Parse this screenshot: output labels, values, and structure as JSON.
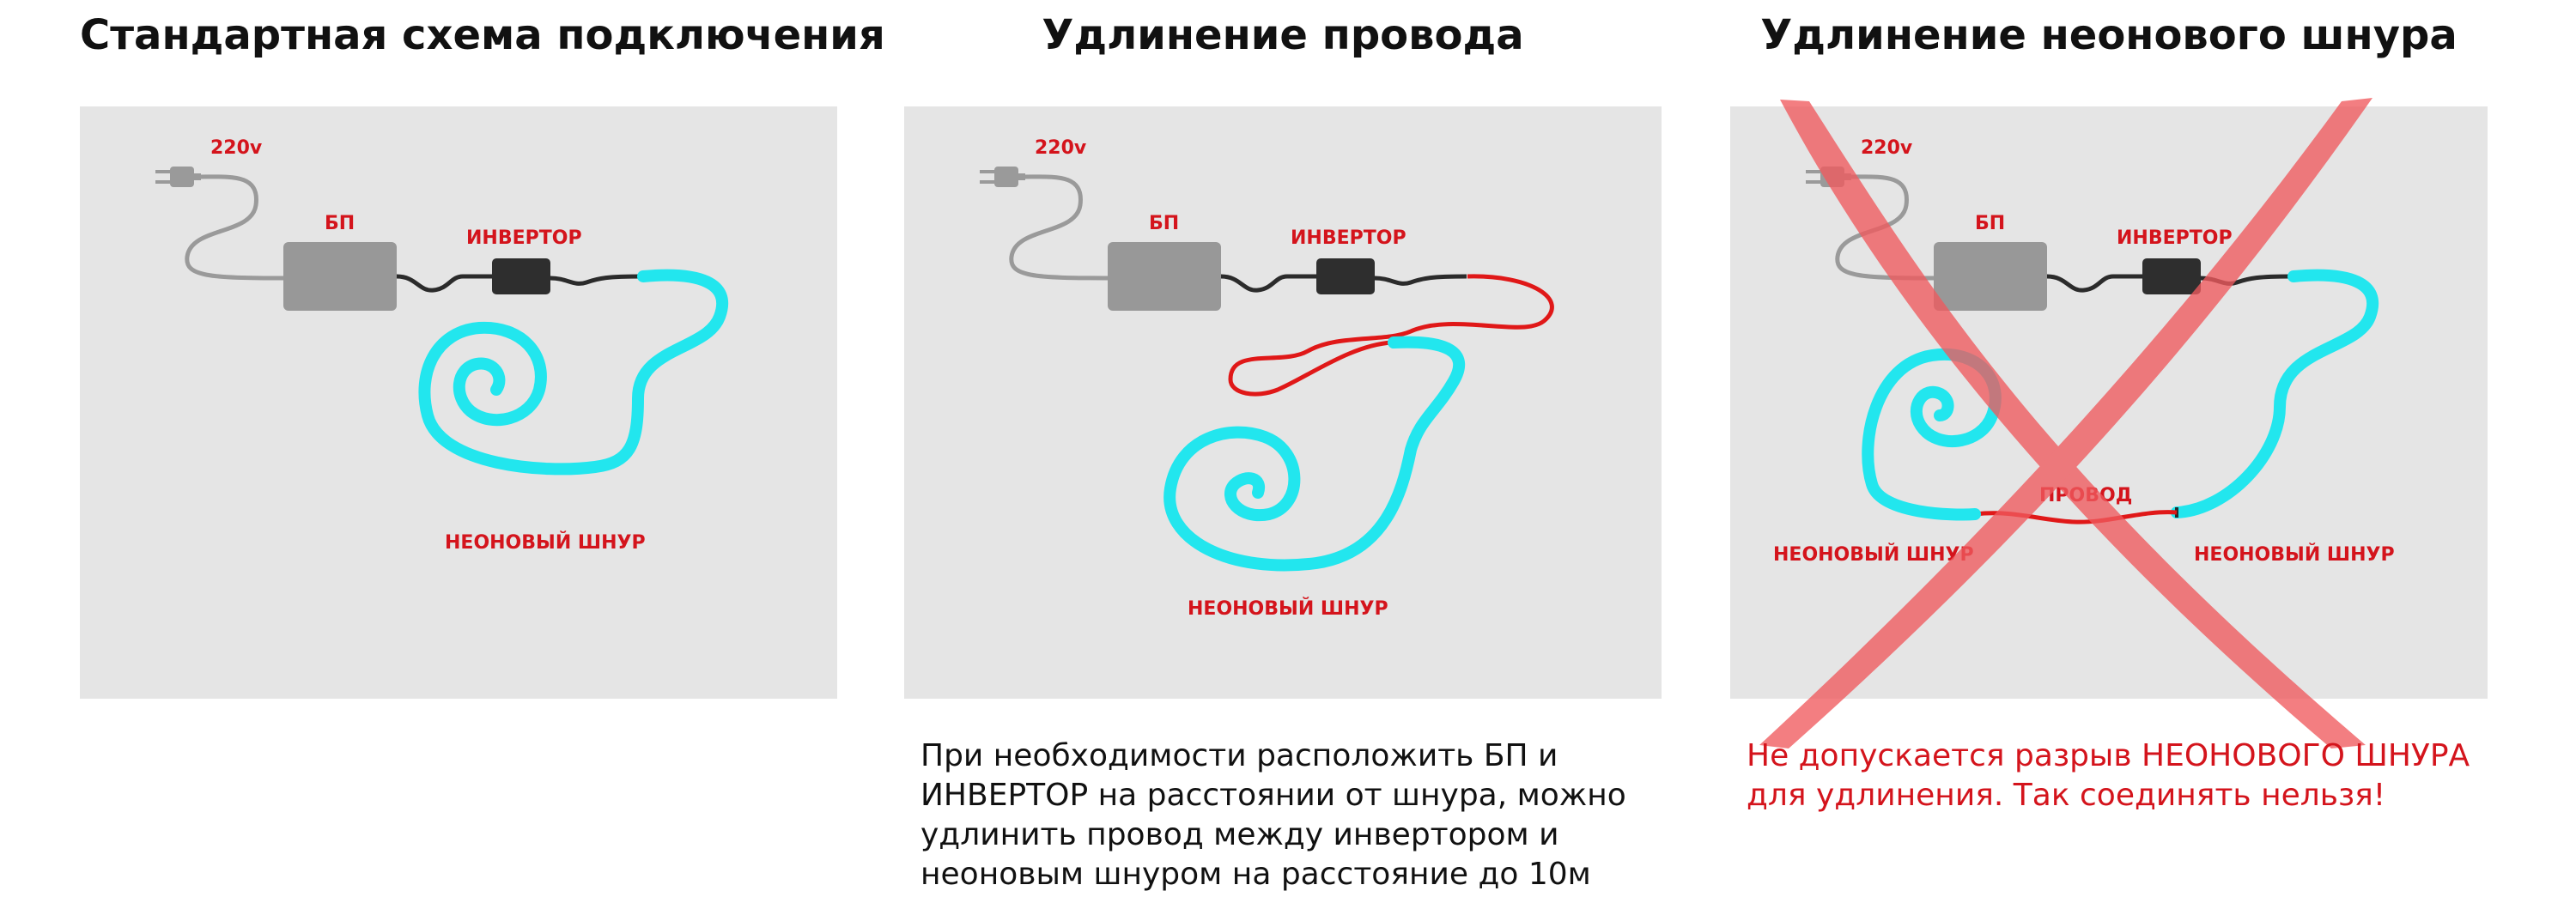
{
  "colors": {
    "panel_bg": "#e5e5e5",
    "label_red": "#d4141c",
    "neon": "#22e6ee",
    "wire_gray": "#9a9a9a",
    "wire_dark": "#2b2b2b",
    "psu": "#989898",
    "inverter": "#2e2e2e",
    "extension_red": "#e01818",
    "cross": "#f05a5e"
  },
  "panels": [
    {
      "title": "Стандартная схема подключения",
      "labels": {
        "voltage": "220v",
        "psu": "БП",
        "inverter": "ИНВЕРТОР",
        "neon": "НЕОНОВЫЙ ШНУР"
      }
    },
    {
      "title": "Удлинение провода",
      "labels": {
        "voltage": "220v",
        "psu": "БП",
        "inverter": "ИНВЕРТОР",
        "neon": "НЕОНОВЫЙ ШНУР"
      },
      "note": [
        "При необходимости расположить БП и",
        "ИНВЕРТОР на расстоянии от шнура, можно",
        "удлинить провод между инвертором и",
        "неоновым шнуром на расстояние до 10м"
      ]
    },
    {
      "title": "Удлинение неонового шнура",
      "labels": {
        "voltage": "220v",
        "psu": "БП",
        "inverter": "ИНВЕРТОР",
        "wire": "ПРОВОД",
        "neon_left": "НЕОНОВЫЙ ШНУР",
        "neon_right": "НЕОНОВЫЙ ШНУР"
      },
      "warning": [
        "Не допускается разрыв НЕОНОВОГО ШНУРА",
        "для удлинения. Так соединять нельзя!"
      ]
    }
  ]
}
